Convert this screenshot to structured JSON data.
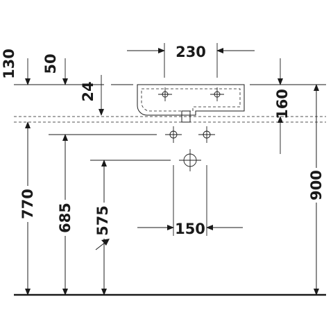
{
  "dimensions": {
    "d130": "130",
    "d50": "50",
    "d24": "24",
    "d230": "230",
    "d160": "160",
    "d900": "900",
    "d770": "770",
    "d685": "685",
    "d575": "575",
    "d150": "150"
  }
}
